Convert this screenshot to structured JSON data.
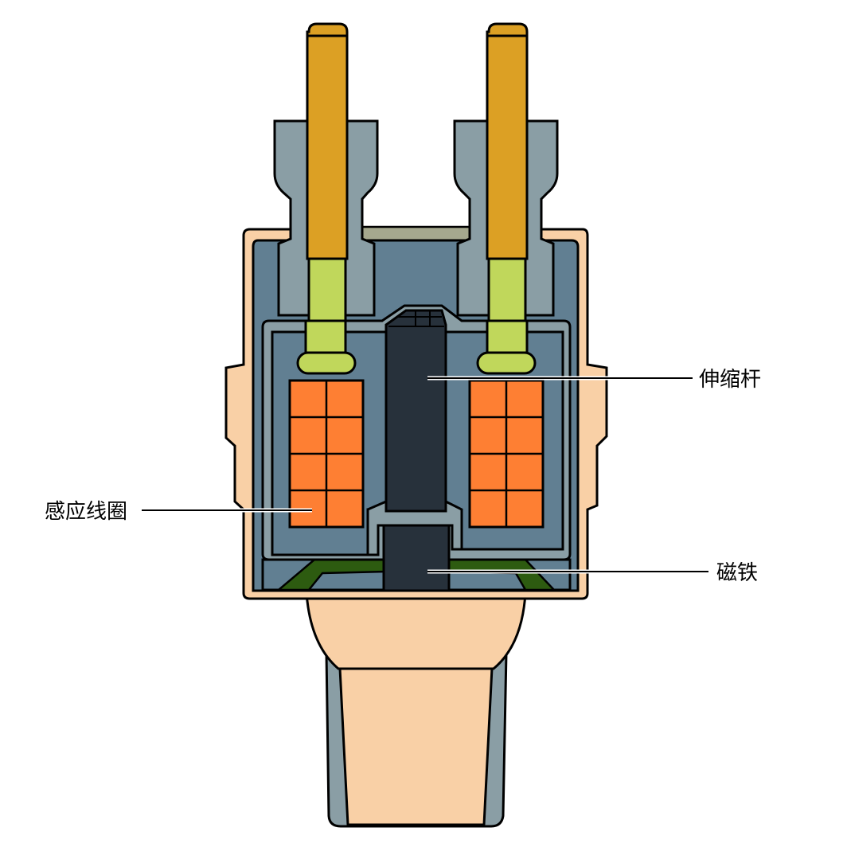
{
  "labels": {
    "push_rod": "伸缩杆",
    "coil": "感应线圈",
    "magnet": "磁铁"
  },
  "colors": {
    "housing": "#f9d0a6",
    "body": "#617f92",
    "grey_part": "#8a9ea5",
    "pin": "#dca024",
    "pin_sleeve": "#c0d75b",
    "coil": "#fe7f33",
    "rod": "#27313b",
    "green_plate": "#2d5b10",
    "outline": "#000000"
  }
}
